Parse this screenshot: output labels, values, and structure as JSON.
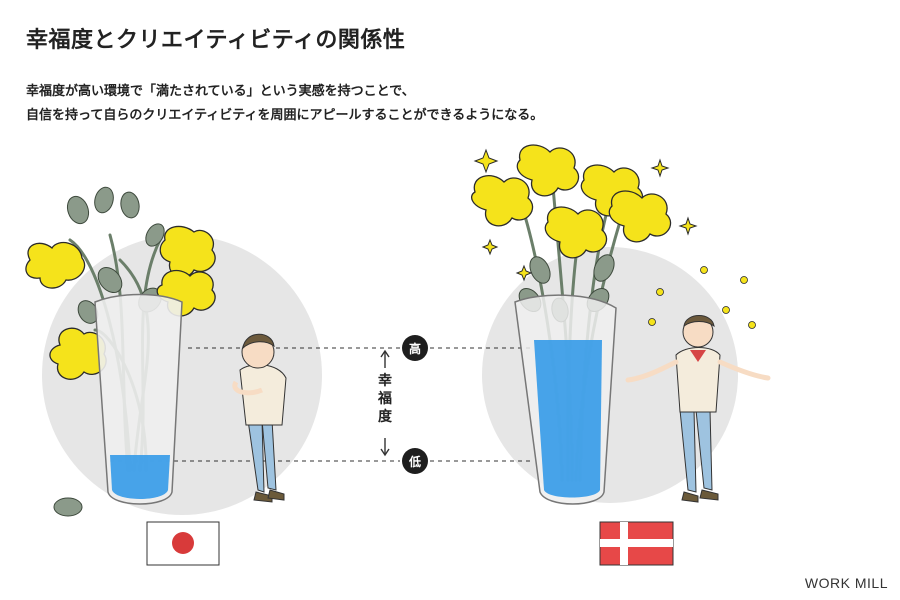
{
  "title": "幸福度とクリエイティビティの関係性",
  "description": {
    "line1": "幸福度が高い環境で「満たされている」という実感を持つことで、",
    "line2": "自信を持って自らのクリエイティビティを周囲にアピールすることができるようになる。"
  },
  "axis": {
    "label_chars": [
      "幸",
      "福",
      "度"
    ],
    "high": "高",
    "low": "低"
  },
  "panels": [
    {
      "name": "japan",
      "flag": "japan-flag",
      "happiness_level": "low",
      "flower_color": "#f5e31b",
      "water_color": "#3d9ee8"
    },
    {
      "name": "denmark",
      "flag": "denmark-flag",
      "happiness_level": "high",
      "flower_color": "#f5e31b",
      "water_color": "#3d9ee8"
    }
  ],
  "brand": "WORK MILL"
}
